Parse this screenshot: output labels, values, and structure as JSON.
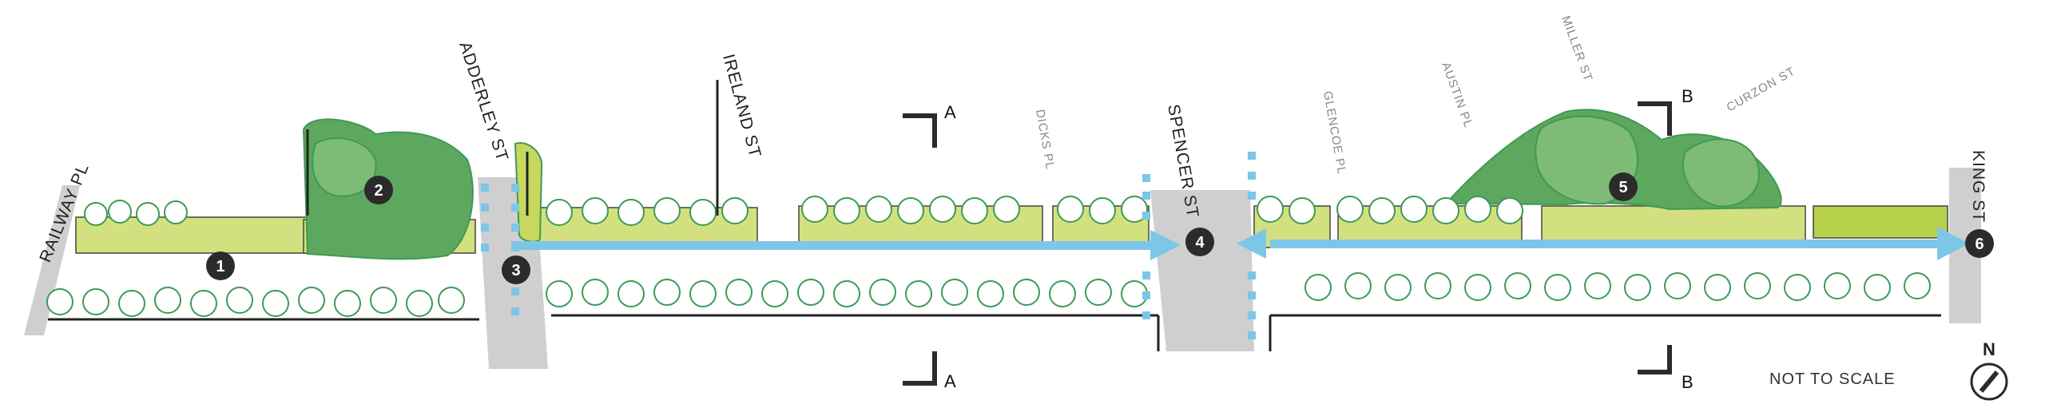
{
  "streets": {
    "railway_pl": "RAILWAY PL",
    "adderley_st": "ADDERLEY ST",
    "ireland_st": "IRELAND ST",
    "dicks_pl": "DICKS PL",
    "spencer_st": "SPENCER ST",
    "glencoe_pl": "GLENCOE PL",
    "austin_pl": "AUSTIN PL",
    "miller_st": "MILLER ST",
    "curzon_st": "CURZON ST",
    "king_st": "KING ST"
  },
  "markers": [
    "1",
    "2",
    "3",
    "4",
    "5",
    "6"
  ],
  "section_labels": {
    "a_top": "A",
    "a_bottom": "A",
    "b_top": "B",
    "b_bottom": "B"
  },
  "scale_note": "NOT TO SCALE",
  "north_label": "N",
  "colors": {
    "lawn": "#d3e07f",
    "green_dark": "#5ea75e",
    "green_mid": "#7dbb76",
    "tree_outline": "#3e9a55",
    "path_blue": "#7cc6e8",
    "road_grey": "#c8c8c8",
    "marker_fill": "#2b2b2b"
  }
}
